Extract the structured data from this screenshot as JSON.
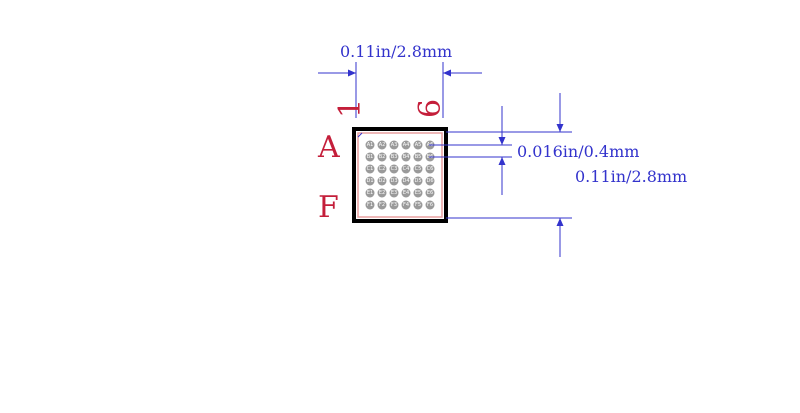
{
  "dimensions": {
    "top_width": "0.11in/2.8mm",
    "pitch": "0.016in/0.4mm",
    "right_height": "0.11in/2.8mm"
  },
  "pin_labels": {
    "col_first": "1",
    "col_last": "6",
    "row_first": "A",
    "row_last": "F"
  },
  "grid": {
    "rows": [
      "A",
      "B",
      "C",
      "D",
      "E",
      "F"
    ],
    "cols": [
      "1",
      "2",
      "3",
      "4",
      "5",
      "6"
    ]
  },
  "colors": {
    "dimension": "#3333cc",
    "pin_label": "#c41e3a",
    "body_outline": "#000000",
    "courtyard": "#e8a0a0",
    "ball": "#9a9a9a"
  }
}
